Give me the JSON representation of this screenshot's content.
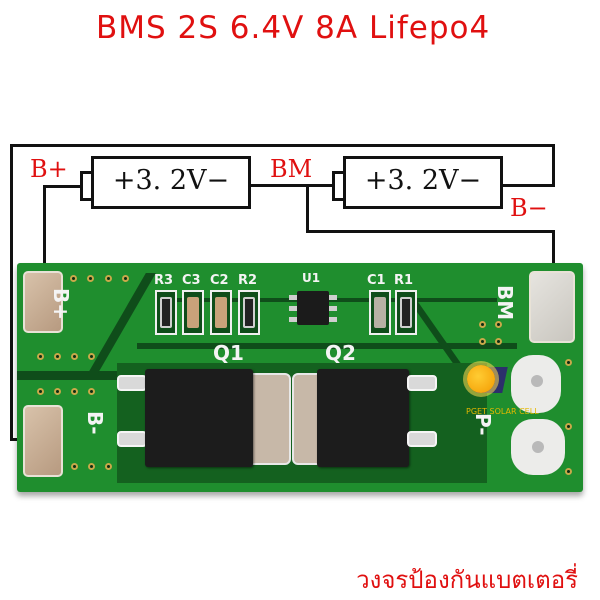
{
  "header": {
    "title": "BMS 2S 6.4V 8A Lifepo4"
  },
  "diagram": {
    "labels": {
      "b_plus": "B+",
      "bm": "BM",
      "b_minus": "B−"
    },
    "cells": [
      {
        "label": "+3. 2V−"
      },
      {
        "label": "+3. 2V−"
      }
    ]
  },
  "board": {
    "silkscreen": {
      "pad_b_plus": "B+",
      "pad_b_minus": "B-",
      "pad_bm": "BM",
      "pad_p_minus": "P-",
      "components": [
        "R3",
        "C3",
        "C2",
        "R2",
        "U1",
        "C1",
        "R1"
      ],
      "mosfets": [
        "Q1",
        "Q2"
      ]
    },
    "watermark": "PGET SOLAR CELL"
  },
  "footer": {
    "caption": "วงจรป้องกันแบตเตอรี่"
  },
  "colors": {
    "accent_red": "#e01010",
    "pcb_green": "#1f8e2e",
    "wire": "#111111"
  }
}
